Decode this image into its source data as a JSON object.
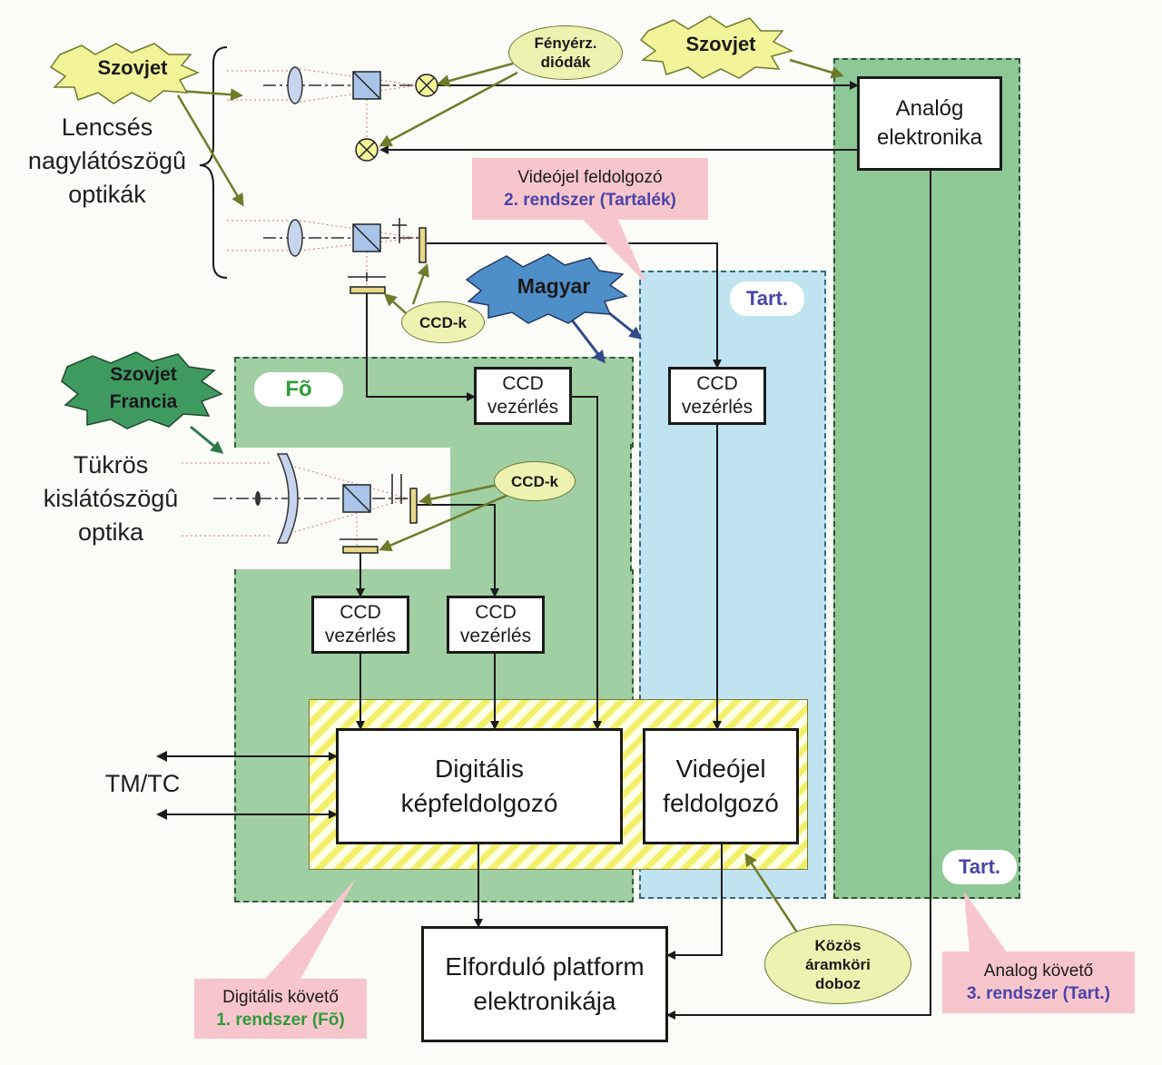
{
  "optics": {
    "wide_label": "Lencsés\nnagylátószögû\noptikák",
    "narrow_label": "Tükrös\nkislátószögû\noptika"
  },
  "origins": {
    "sov_left": "Szovjet",
    "sov_right": "Szovjet",
    "hungarian": "Magyar",
    "sov_french": "Szovjet\nFrancia"
  },
  "annotations": {
    "photodiodes": "Fényérz.\ndiódák",
    "ccds_top": "CCD-k",
    "ccds_mid": "CCD-k",
    "common_box": "Közös\náramköri\ndoboz"
  },
  "regions": {
    "main_tag": "Fõ",
    "backup_tag_video": "Tart.",
    "backup_tag_analog": "Tart."
  },
  "blocks": {
    "ccd_control_1": "CCD\nvezérlés",
    "ccd_control_2": "CCD\nvezérlés",
    "ccd_control_3": "CCD\nvezérlés",
    "ccd_control_4": "CCD\nvezérlés",
    "digital_processor": "Digitális\nképfeldolgozó",
    "video_processor": "Videójel\nfeldolgozó",
    "analog_electronics": "Analóg\nelektronika",
    "platform_electronics": "Elforduló platform\nelektronikája"
  },
  "interfaces": {
    "tmtc": "TM/TC"
  },
  "callouts": {
    "video_system_line1": "Videójel feldolgozó",
    "video_system_line2": "2. rendszer (Tartalék)",
    "digital_tracker_line1": "Digitális követő",
    "digital_tracker_line2": "1. rendszer (Fõ)",
    "analog_tracker_line1": "Analog követő",
    "analog_tracker_line2": "3. rendszer (Tart.)"
  },
  "colors": {
    "main_region": "#9fcfa3",
    "backup_video_region": "#bfe3ef",
    "backup_analog_region": "#8ec896",
    "callout_pink": "#f7c6cc",
    "callout_blue_text": "#4a44a8",
    "callout_green_text": "#2e9a3a",
    "star_yellow": "#f3f39a",
    "star_blue": "#4f8fc9",
    "star_green": "#3f9a60",
    "ellipse_yellow": "#eef2b0",
    "hatch_yellow": "#f2f06a"
  }
}
